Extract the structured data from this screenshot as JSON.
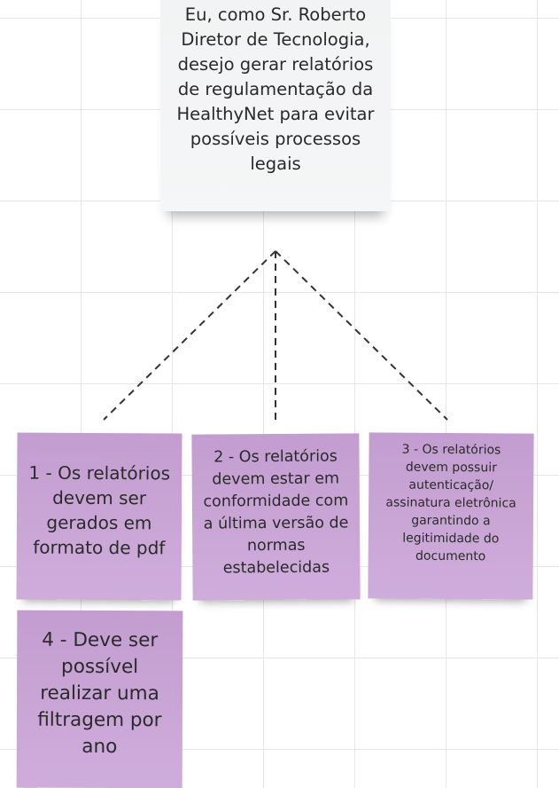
{
  "main_note": {
    "text": "Eu, como Sr. Roberto Diretor de Tecnologia, desejo gerar relatórios de regulamentação da HealthyNet para evitar possíveis processos legais"
  },
  "requirement_notes": [
    {
      "text": "1 - Os relatórios devem ser gerados em formato de pdf"
    },
    {
      "text": "2 - Os relatórios devem estar em conformidade com a última versão de normas estabelecidas"
    },
    {
      "text": "3 - Os relatórios devem possuir autenticação/ assinatura eletrônica garantindo a legitimidade do documento"
    },
    {
      "text": "4 - Deve ser possível realizar uma filtragem por ano"
    }
  ],
  "colors": {
    "main_note": "#f4f5f6",
    "requirement_note": "#c9a6d6",
    "connector": "#333333"
  }
}
